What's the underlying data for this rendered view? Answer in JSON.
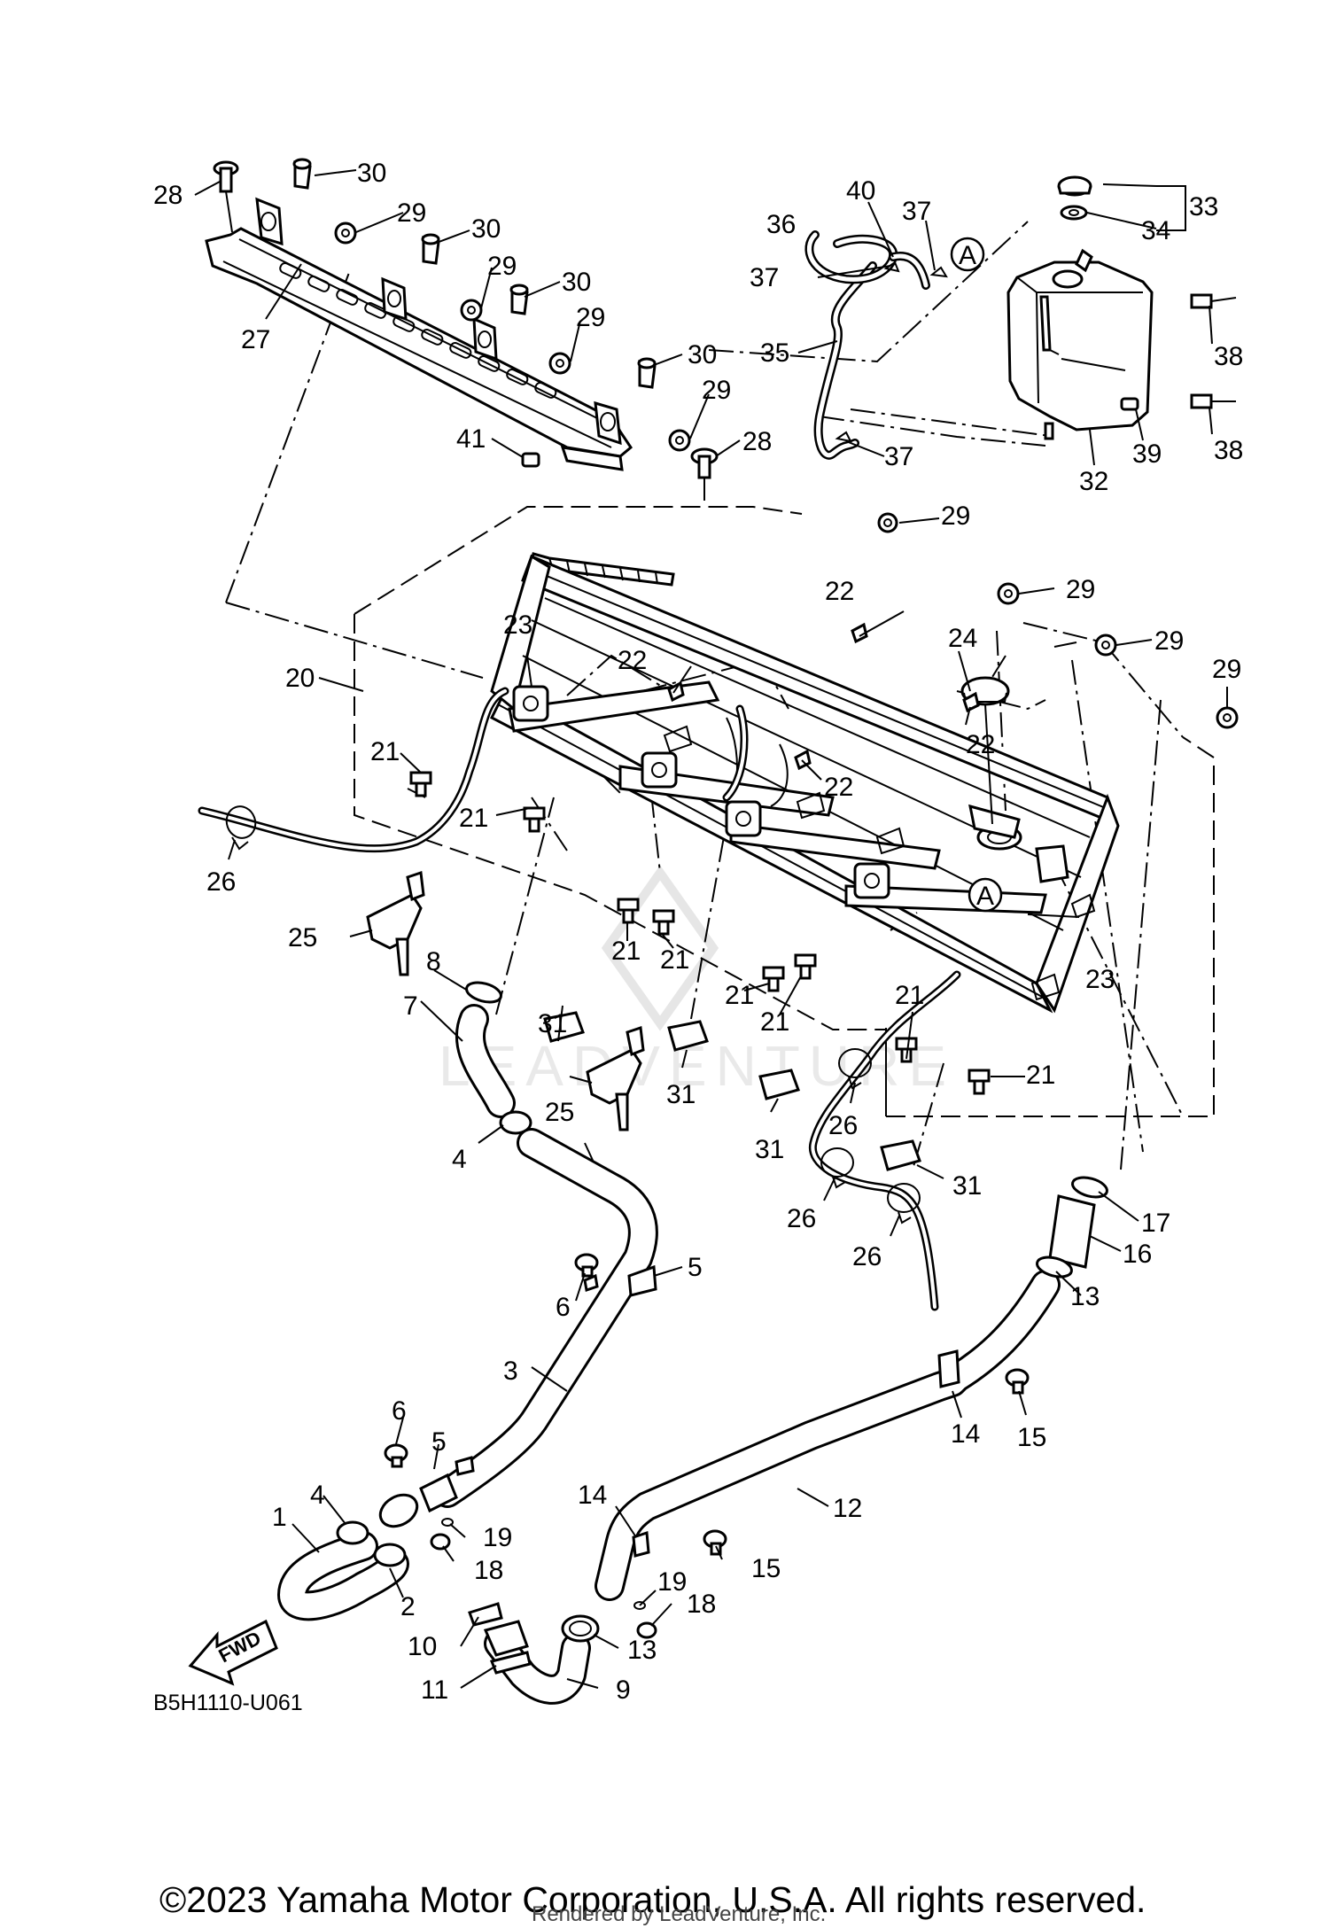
{
  "diagram_code": "B5H1110-U061",
  "fwd_label": "FWD",
  "callout_ref": "A",
  "watermark": "LEADVENTURE",
  "copyright": "©2023 Yamaha Motor Corporation, U.S.A. All rights reserved.",
  "rendered_by": "Rendered by LeadVenture, Inc.",
  "part_labels": [
    "1",
    "2",
    "3",
    "4",
    "5",
    "6",
    "7",
    "8",
    "9",
    "10",
    "11",
    "12",
    "13",
    "14",
    "15",
    "16",
    "17",
    "18",
    "19",
    "20",
    "21",
    "22",
    "23",
    "24",
    "25",
    "26",
    "27",
    "28",
    "29",
    "30",
    "31",
    "32",
    "33",
    "34",
    "35",
    "36",
    "37",
    "38",
    "39",
    "40",
    "41"
  ]
}
